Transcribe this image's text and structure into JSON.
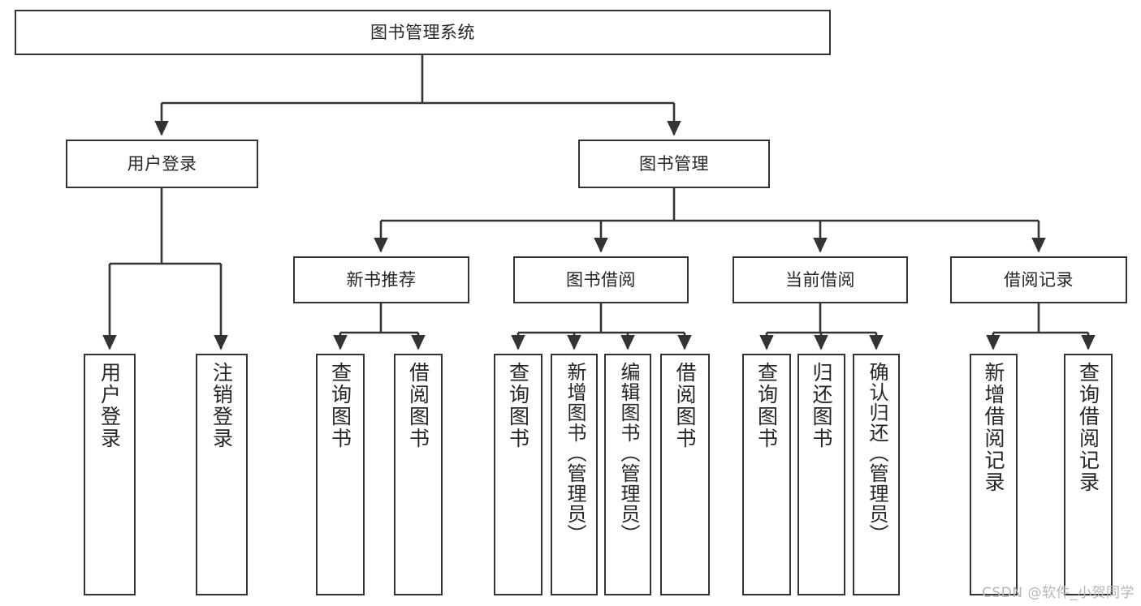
{
  "diagram": {
    "title_node": {
      "label": "图书管理系统"
    },
    "level2": [
      {
        "id": "user-login",
        "label": "用户登录"
      },
      {
        "id": "book-management",
        "label": "图书管理"
      }
    ],
    "level3": [
      {
        "id": "new-book-recommend",
        "label": "新书推荐"
      },
      {
        "id": "book-borrow",
        "label": "图书借阅"
      },
      {
        "id": "current-borrow",
        "label": "当前借阅"
      },
      {
        "id": "borrow-record",
        "label": "借阅记录"
      }
    ],
    "leaves": {
      "user_login": [
        {
          "id": "leaf-user-login",
          "label": "用户登录"
        },
        {
          "id": "leaf-logout-login",
          "label": "注销登录"
        }
      ],
      "new_book_recommend": [
        {
          "id": "leaf-query-book-1",
          "label": "查询图书"
        },
        {
          "id": "leaf-borrow-book-1",
          "label": "借阅图书"
        }
      ],
      "book_borrow": [
        {
          "id": "leaf-query-book-2",
          "label": "查询图书"
        },
        {
          "id": "leaf-add-book",
          "label": "新增图书（管理员）"
        },
        {
          "id": "leaf-edit-book",
          "label": "编辑图书（管理员）"
        },
        {
          "id": "leaf-borrow-book-2",
          "label": "借阅图书"
        }
      ],
      "current_borrow": [
        {
          "id": "leaf-query-book-3",
          "label": "查询图书"
        },
        {
          "id": "leaf-return-book",
          "label": "归还图书"
        },
        {
          "id": "leaf-confirm-return",
          "label": "确认归还（管理员）"
        }
      ],
      "borrow_record": [
        {
          "id": "leaf-add-record",
          "label": "新增借阅记录"
        },
        {
          "id": "leaf-query-record",
          "label": "查询借阅记录"
        }
      ]
    },
    "watermark": "CSDN @软件_小贺同学",
    "colors": {
      "box_border": "#333333",
      "box_fill": "#ffffff",
      "connector": "#333333",
      "text": "#262626",
      "watermark": "#b5b5b5"
    }
  }
}
